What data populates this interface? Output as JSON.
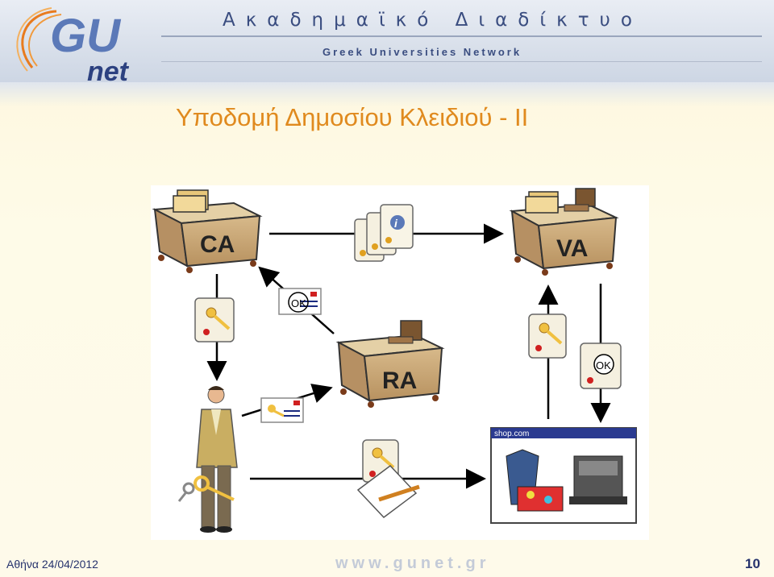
{
  "header": {
    "greek_network_name": "Ακαδημαϊκό Διαδίκτυο",
    "english_network_name": "Greek Universities Network",
    "logo_text_top": "GU",
    "logo_text_bottom": "net"
  },
  "slide": {
    "title": "Υποδομή Δημοσίου Κλειδιού - II"
  },
  "diagram": {
    "ca_label": "CA",
    "va_label": "VA",
    "ra_label": "RA",
    "ok_stamp_1": "OK",
    "ok_stamp_2": "OK",
    "shop_label": "shop.com",
    "info_icon": "i"
  },
  "footer": {
    "date": "Αθήνα 24/04/2012",
    "url": "www.gunet.gr",
    "page_number": "10"
  },
  "colors": {
    "title": "#e08a1e",
    "header_text": "#3a4d80",
    "desk": "#c9a876",
    "arrow": "#000000"
  }
}
